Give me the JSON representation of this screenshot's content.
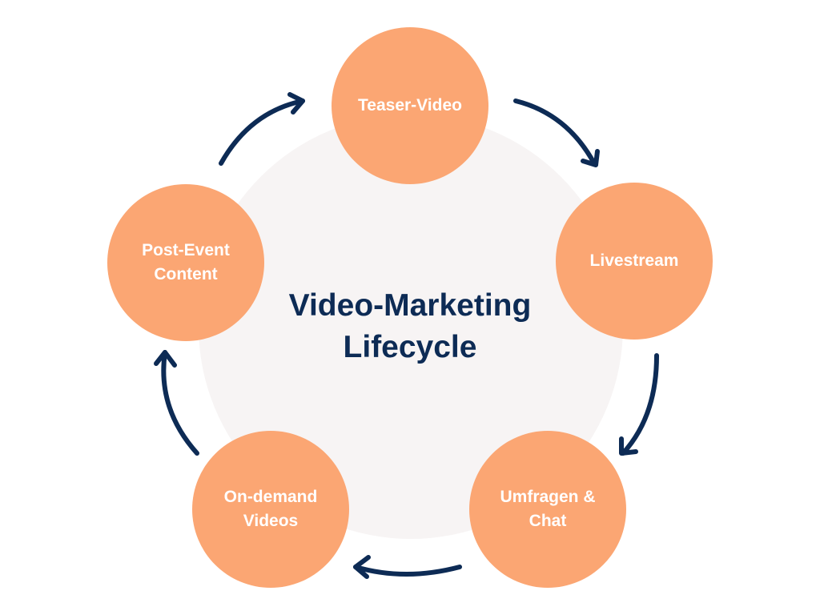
{
  "diagram": {
    "title": "Video-Marketing Lifecycle",
    "colors": {
      "node_fill": "#fba673",
      "title_text": "#0d2b55",
      "arrow": "#0d2b55",
      "background_disc": "#f7f4f4"
    },
    "nodes": [
      {
        "id": "teaser",
        "label": "Teaser-Video"
      },
      {
        "id": "livestream",
        "label": "Livestream"
      },
      {
        "id": "umfragen",
        "label": "Umfragen & Chat"
      },
      {
        "id": "ondemand",
        "label": "On-demand Videos"
      },
      {
        "id": "postevent",
        "label": "Post-Event Content"
      }
    ],
    "flow": "clockwise"
  }
}
